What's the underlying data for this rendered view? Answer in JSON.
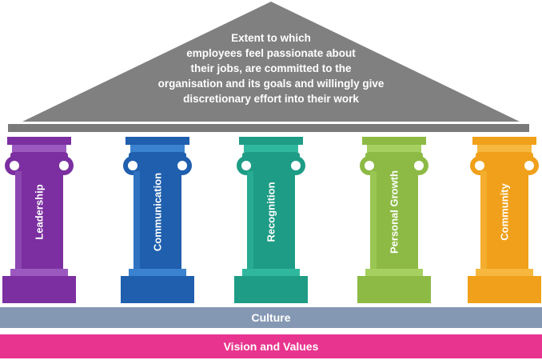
{
  "roof": {
    "lines": [
      "Extent to which",
      "employees feel passionate about",
      "their jobs, are committed to the",
      "organisation and its goals and willingly give",
      "discretionary effort into their work"
    ],
    "color": "#808080"
  },
  "pillars": [
    {
      "label": "Leadership",
      "color": "#7B2FA0",
      "light": "#9B59C0"
    },
    {
      "label": "Communication",
      "color": "#1F5FAE",
      "light": "#3B82D0"
    },
    {
      "label": "Recognition",
      "color": "#1E9C86",
      "light": "#2FB89E"
    },
    {
      "label": "Personal Growth",
      "color": "#8DBA45",
      "light": "#A6D05F"
    },
    {
      "label": "Community",
      "color": "#F0A01A",
      "light": "#F7B840"
    }
  ],
  "culture": {
    "label": "Culture",
    "color": "#8498B4"
  },
  "vision": {
    "label": "Vision and Values",
    "color": "#E8348E"
  }
}
